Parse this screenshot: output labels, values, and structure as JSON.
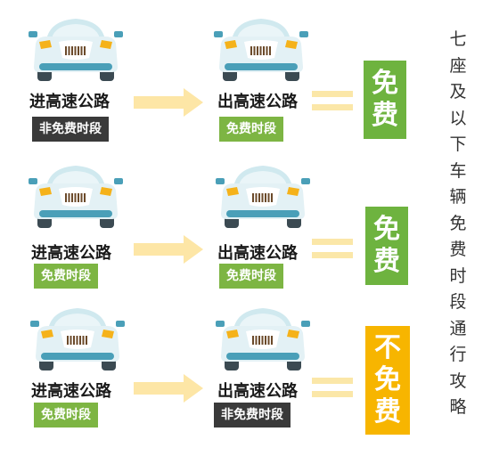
{
  "title_chars": [
    "七",
    "座",
    "及",
    "以",
    "下",
    "车",
    "辆",
    "免",
    "费",
    "时",
    "段",
    "通",
    "行",
    "攻",
    "略"
  ],
  "rows": [
    {
      "enter_label": "进高速公路",
      "enter_tag": {
        "text": "非免费时段",
        "variant": "dark"
      },
      "exit_label": "出高速公路",
      "exit_tag": {
        "text": "免费时段",
        "variant": "green"
      },
      "result": {
        "chars": [
          "免",
          "费"
        ],
        "variant": "green"
      }
    },
    {
      "enter_label": "进高速公路",
      "enter_tag": {
        "text": "免费时段",
        "variant": "green"
      },
      "exit_label": "出高速公路",
      "exit_tag": {
        "text": "免费时段",
        "variant": "green"
      },
      "result": {
        "chars": [
          "免",
          "费"
        ],
        "variant": "green"
      }
    },
    {
      "enter_label": "进高速公路",
      "enter_tag": {
        "text": "免费时段",
        "variant": "green"
      },
      "exit_label": "出高速公路",
      "exit_tag": {
        "text": "非免费时段",
        "variant": "dark"
      },
      "result": {
        "chars": [
          "不",
          "免",
          "费"
        ],
        "variant": "yellow"
      }
    }
  ],
  "colors": {
    "green": "#6eb33f",
    "tag_green": "#7db543",
    "dark": "#3a3a3a",
    "yellow": "#f7b500",
    "arrow": "#fde6a6",
    "equals": "#fbe7a8",
    "car_body": "#e3f1f5",
    "car_roof": "#d0e9ef",
    "car_trim": "#4a9fb8",
    "car_light": "#f5b21a"
  },
  "icons": [
    "car-front-icon",
    "arrow-right-icon",
    "equals-icon"
  ]
}
